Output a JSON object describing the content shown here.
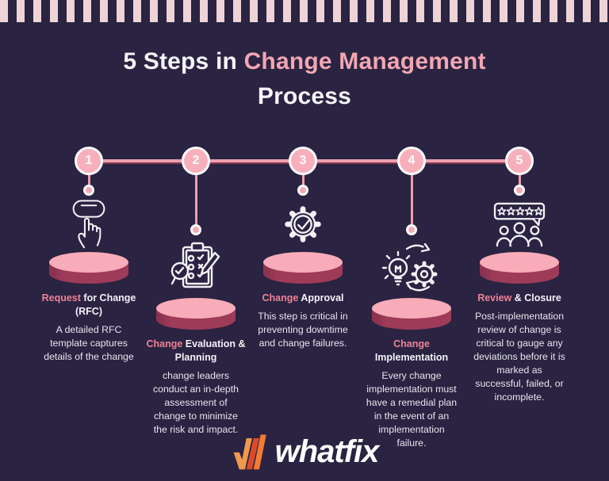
{
  "title": {
    "prefix": "5 Steps in ",
    "accent": "Change Management",
    "line2": "Process"
  },
  "colors": {
    "background": "#2a2342",
    "stripe_pink": "#f0d3d6",
    "timeline_pink": "#ee9fae",
    "circle_fill": "#f7b0bb",
    "heading_accent": "#f2a6b2",
    "step_accent": "#ee8196",
    "pedestal_top": "#f8abb8",
    "pedestal_body": "#9e3b58",
    "logo_orange_light": "#ef9a4e",
    "logo_orange_dark": "#d94b2a",
    "logo_orange_mid": "#f47b33"
  },
  "steps": [
    {
      "number": "1",
      "icon": "button-click-icon",
      "title_accent": "Request",
      "title_rest": " for Change (RFC)",
      "description": "A detailed RFC\ntemplate captures\ndetails of the change"
    },
    {
      "number": "2",
      "icon": "checklist-clipboard-icon",
      "title_accent": "Change",
      "title_rest": " Evaluation &\nPlanning",
      "description": "change leaders\nconduct an in-depth\nassessment of\nchange to minimize\nthe risk and impact."
    },
    {
      "number": "3",
      "icon": "gear-check-icon",
      "title_accent": "Change",
      "title_rest": " Approval",
      "description": "This step is critical in\npreventing downtime\nand change failures."
    },
    {
      "number": "4",
      "icon": "idea-to-gear-cycle-icon",
      "title_accent": "Change",
      "title_rest": "\nImplementation",
      "description": "Every change\nimplementation must\nhave a remedial plan\nin the event of an\nimplementation\nfailure."
    },
    {
      "number": "5",
      "icon": "five-star-review-people-icon",
      "title_accent": "Review",
      "title_rest": " & Closure",
      "description": "Post-implementation\nreview of change is\ncritical to gauge any\ndeviations before it is\nmarked as\nsuccessful, failed, or\nincomplete."
    }
  ],
  "footer": {
    "logo_text": "whatfix"
  }
}
